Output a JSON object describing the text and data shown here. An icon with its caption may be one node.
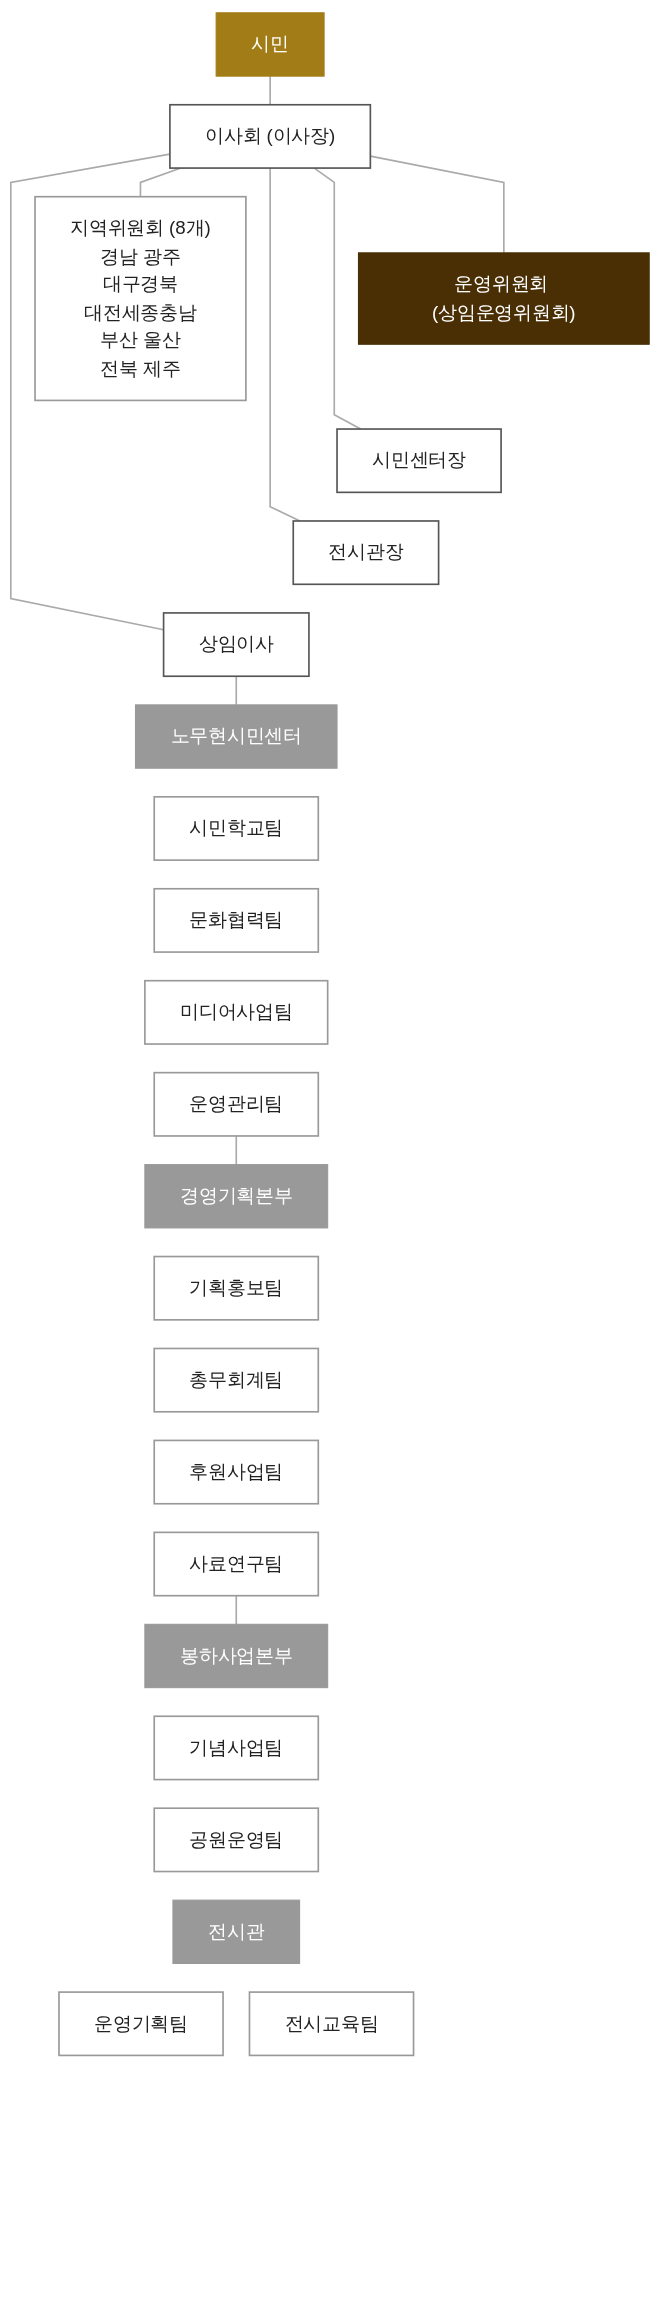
{
  "diagram": {
    "nodes": [
      {
        "text": [
          "시민"
        ]
      },
      {
        "text": [
          "이사회 (이사장)"
        ]
      },
      {
        "text": [
          "운영위원회 (상임운영위원회)"
        ]
      },
      {
        "text": [
          "지역위원회 (8개)",
          "경남 광주",
          "대구경북",
          "대전세종충남",
          "부산 울산",
          "전북 제주"
        ]
      },
      {
        "text": [
          "시민센터장"
        ]
      },
      {
        "text": [
          "전시관장"
        ]
      },
      {
        "text": [
          "상임이사"
        ]
      },
      {
        "text": [
          "노무현시민센터"
        ]
      },
      {
        "text": [
          "시민학교팀"
        ]
      },
      {
        "text": [
          "문화협력팀"
        ]
      },
      {
        "text": [
          "미디어사업팀"
        ]
      },
      {
        "text": [
          "운영관리팀"
        ]
      },
      {
        "text": [
          "경영기획본부"
        ]
      },
      {
        "text": [
          "기획홍보팀"
        ]
      },
      {
        "text": [
          "총무회계팀"
        ]
      },
      {
        "text": [
          "후원사업팀"
        ]
      },
      {
        "text": [
          "사료연구팀"
        ]
      },
      {
        "text": [
          "봉하사업본부"
        ]
      },
      {
        "text": [
          "기념사업팀"
        ]
      },
      {
        "text": [
          "공원운영팀"
        ]
      },
      {
        "text": [
          "전시관"
        ]
      },
      {
        "text": [
          "운영기획팀"
        ]
      },
      {
        "text": [
          "전시교육팀"
        ]
      }
    ],
    "edges": [
      {
        "from": 0,
        "to": 1,
        "arrow": "none"
      },
      {
        "from": 1,
        "to": 2,
        "arrow": "none"
      },
      {
        "from": 1,
        "to": 3,
        "arrow": "none"
      },
      {
        "from": 1,
        "to": 4,
        "arrow": "none"
      },
      {
        "from": 1,
        "to": 5,
        "arrow": "none"
      },
      {
        "from": 1,
        "to": 6,
        "arrow": "none"
      },
      {
        "from": 6,
        "to": 7,
        "arrow": "none"
      },
      {
        "from": 11,
        "to": 12,
        "arrow": "none"
      },
      {
        "from": 16,
        "to": 17,
        "arrow": "none"
      }
    ]
  }
}
